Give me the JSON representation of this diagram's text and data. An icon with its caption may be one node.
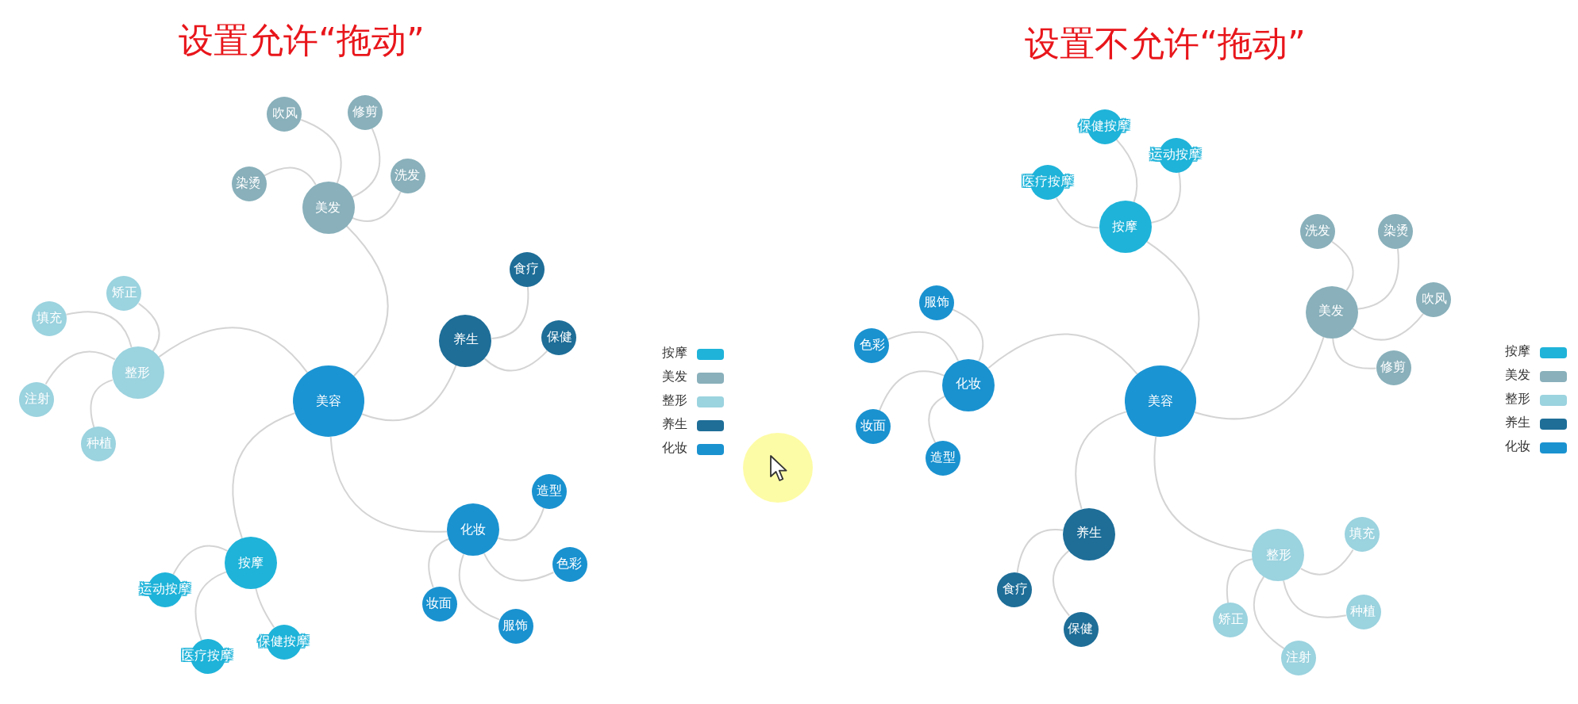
{
  "diagram": {
    "nodes": [
      {
        "text": [
          "美容"
        ]
      },
      {
        "text": [
          "美发"
        ]
      },
      {
        "text": [
          "吹风"
        ]
      },
      {
        "text": [
          "修剪"
        ]
      },
      {
        "text": [
          "染烫"
        ]
      },
      {
        "text": [
          "洗发"
        ]
      },
      {
        "text": [
          "养生"
        ]
      },
      {
        "text": [
          "食疗"
        ]
      },
      {
        "text": [
          "保健"
        ]
      },
      {
        "text": [
          "整形"
        ]
      },
      {
        "text": [
          "矫正"
        ]
      },
      {
        "text": [
          "填充"
        ]
      },
      {
        "text": [
          "注射"
        ]
      },
      {
        "text": [
          "种植"
        ]
      },
      {
        "text": [
          "按摩"
        ]
      },
      {
        "text": [
          "运动按摩"
        ]
      },
      {
        "text": [
          "医疗按摩"
        ]
      },
      {
        "text": [
          "保健按摩"
        ]
      },
      {
        "text": [
          "化妆"
        ]
      },
      {
        "text": [
          "造型"
        ]
      },
      {
        "text": [
          "色彩"
        ]
      },
      {
        "text": [
          "妆面"
        ]
      },
      {
        "text": [
          "服饰"
        ]
      },
      {
        "text": [
          "美容"
        ]
      },
      {
        "text": [
          "按摩"
        ]
      },
      {
        "text": [
          "保健按摩"
        ]
      },
      {
        "text": [
          "运动按摩"
        ]
      },
      {
        "text": [
          "医疗按摩"
        ]
      },
      {
        "text": [
          "美发"
        ]
      },
      {
        "text": [
          "洗发"
        ]
      },
      {
        "text": [
          "染烫"
        ]
      },
      {
        "text": [
          "吹风"
        ]
      },
      {
        "text": [
          "修剪"
        ]
      },
      {
        "text": [
          "化妆"
        ]
      },
      {
        "text": [
          "服饰"
        ]
      },
      {
        "text": [
          "色彩"
        ]
      },
      {
        "text": [
          "妆面"
        ]
      },
      {
        "text": [
          "造型"
        ]
      },
      {
        "text": [
          "养生"
        ]
      },
      {
        "text": [
          "食疗"
        ]
      },
      {
        "text": [
          "保健"
        ]
      },
      {
        "text": [
          "整形"
        ]
      },
      {
        "text": [
          "填充"
        ]
      },
      {
        "text": [
          "种植"
        ]
      },
      {
        "text": [
          "矫正"
        ]
      },
      {
        "text": [
          "注射"
        ]
      }
    ],
    "edges": [
      {
        "from": 0,
        "to": 1,
        "arrow": "none"
      },
      {
        "from": 1,
        "to": 2,
        "arrow": "none"
      },
      {
        "from": 1,
        "to": 3,
        "arrow": "none"
      },
      {
        "from": 1,
        "to": 4,
        "arrow": "none"
      },
      {
        "from": 1,
        "to": 5,
        "arrow": "none"
      },
      {
        "from": 0,
        "to": 6,
        "arrow": "none"
      },
      {
        "from": 6,
        "to": 7,
        "arrow": "none"
      },
      {
        "from": 6,
        "to": 8,
        "arrow": "none"
      },
      {
        "from": 0,
        "to": 9,
        "arrow": "none"
      },
      {
        "from": 9,
        "to": 10,
        "arrow": "none"
      },
      {
        "from": 9,
        "to": 11,
        "arrow": "none"
      },
      {
        "from": 9,
        "to": 12,
        "arrow": "none"
      },
      {
        "from": 9,
        "to": 13,
        "arrow": "none"
      },
      {
        "from": 0,
        "to": 14,
        "arrow": "none"
      },
      {
        "from": 14,
        "to": 15,
        "arrow": "none"
      },
      {
        "from": 14,
        "to": 16,
        "arrow": "none"
      },
      {
        "from": 14,
        "to": 17,
        "arrow": "none"
      },
      {
        "from": 0,
        "to": 18,
        "arrow": "none"
      },
      {
        "from": 18,
        "to": 19,
        "arrow": "none"
      },
      {
        "from": 18,
        "to": 20,
        "arrow": "none"
      },
      {
        "from": 18,
        "to": 21,
        "arrow": "none"
      },
      {
        "from": 18,
        "to": 22,
        "arrow": "none"
      },
      {
        "from": 23,
        "to": 24,
        "arrow": "none"
      },
      {
        "from": 24,
        "to": 25,
        "arrow": "none"
      },
      {
        "from": 24,
        "to": 26,
        "arrow": "none"
      },
      {
        "from": 24,
        "to": 27,
        "arrow": "none"
      },
      {
        "from": 23,
        "to": 28,
        "arrow": "none"
      },
      {
        "from": 28,
        "to": 29,
        "arrow": "none"
      },
      {
        "from": 28,
        "to": 30,
        "arrow": "none"
      },
      {
        "from": 28,
        "to": 31,
        "arrow": "none"
      },
      {
        "from": 28,
        "to": 32,
        "arrow": "none"
      },
      {
        "from": 23,
        "to": 33,
        "arrow": "none"
      },
      {
        "from": 33,
        "to": 34,
        "arrow": "none"
      },
      {
        "from": 33,
        "to": 35,
        "arrow": "none"
      },
      {
        "from": 33,
        "to": 36,
        "arrow": "none"
      },
      {
        "from": 33,
        "to": 37,
        "arrow": "none"
      },
      {
        "from": 23,
        "to": 38,
        "arrow": "none"
      },
      {
        "from": 38,
        "to": 39,
        "arrow": "none"
      },
      {
        "from": 38,
        "to": 40,
        "arrow": "none"
      },
      {
        "from": 23,
        "to": 41,
        "arrow": "none"
      },
      {
        "from": 41,
        "to": 42,
        "arrow": "none"
      },
      {
        "from": 41,
        "to": 43,
        "arrow": "none"
      },
      {
        "from": 41,
        "to": 44,
        "arrow": "none"
      },
      {
        "from": 41,
        "to": 45,
        "arrow": "none"
      }
    ],
    "labels": [
      "设置允许“拖动”",
      "设置不允许“拖动”"
    ],
    "legend": [
      {
        "text": "按摩",
        "color": "#1fb3d9"
      },
      {
        "text": "美发",
        "color": "#89b0bb"
      },
      {
        "text": "整形",
        "color": "#9bd3df"
      },
      {
        "text": "养生",
        "color": "#1e6e98"
      },
      {
        "text": "化妆",
        "color": "#1a92d0"
      },
      {
        "text": "按摩",
        "color": "#1fb3d9"
      },
      {
        "text": "美发",
        "color": "#89b0bb"
      },
      {
        "text": "整形",
        "color": "#9bd3df"
      },
      {
        "text": "养生",
        "color": "#1e6e98"
      },
      {
        "text": "化妆",
        "color": "#1a92d0"
      }
    ]
  }
}
